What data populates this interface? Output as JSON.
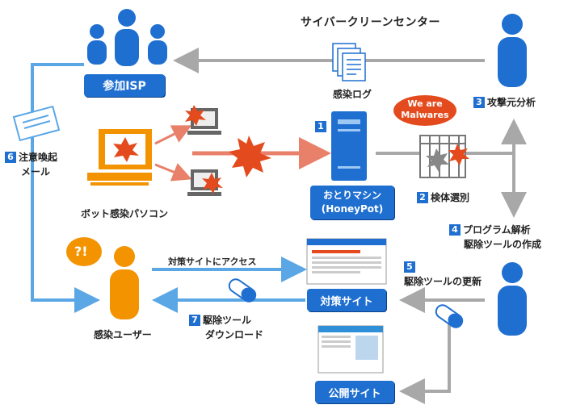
{
  "center": {
    "title": "サイバークリーンセンター"
  },
  "isp": {
    "label": "参加ISP"
  },
  "log": {
    "label": "感染ログ"
  },
  "steps": {
    "s1": {
      "num": "1"
    },
    "s2": {
      "num": "2",
      "label": "検体選別"
    },
    "s3": {
      "num": "3",
      "label": "攻撃元分析"
    },
    "s4": {
      "num": "4",
      "line1": "プログラム解析",
      "line2": "駆除ツールの作成"
    },
    "s5": {
      "num": "5",
      "label": "駆除ツールの更新"
    },
    "s6": {
      "num": "6",
      "line1": "注意喚起",
      "line2": "メール"
    },
    "s7": {
      "num": "7",
      "line1": "駆除ツール",
      "line2": "ダウンロード"
    }
  },
  "honeypot": {
    "line1": "おとりマシン",
    "line2": "(HoneyPot)"
  },
  "bubble": {
    "line1": "We are",
    "line2": "Malwares"
  },
  "bot": {
    "label": "ボット感染パソコン"
  },
  "user": {
    "label": "感染ユーザー",
    "mark": "?!"
  },
  "access": {
    "label": "対策サイトにアクセス"
  },
  "countermeasure_site": {
    "label": "対策サイト"
  },
  "public_site": {
    "label": "公開サイト"
  },
  "colors": {
    "blue": "#1f6fd1",
    "orange": "#f39300",
    "red": "#e34b1e",
    "gray": "#a8a8a8",
    "light_blue": "#5ba7e6"
  }
}
